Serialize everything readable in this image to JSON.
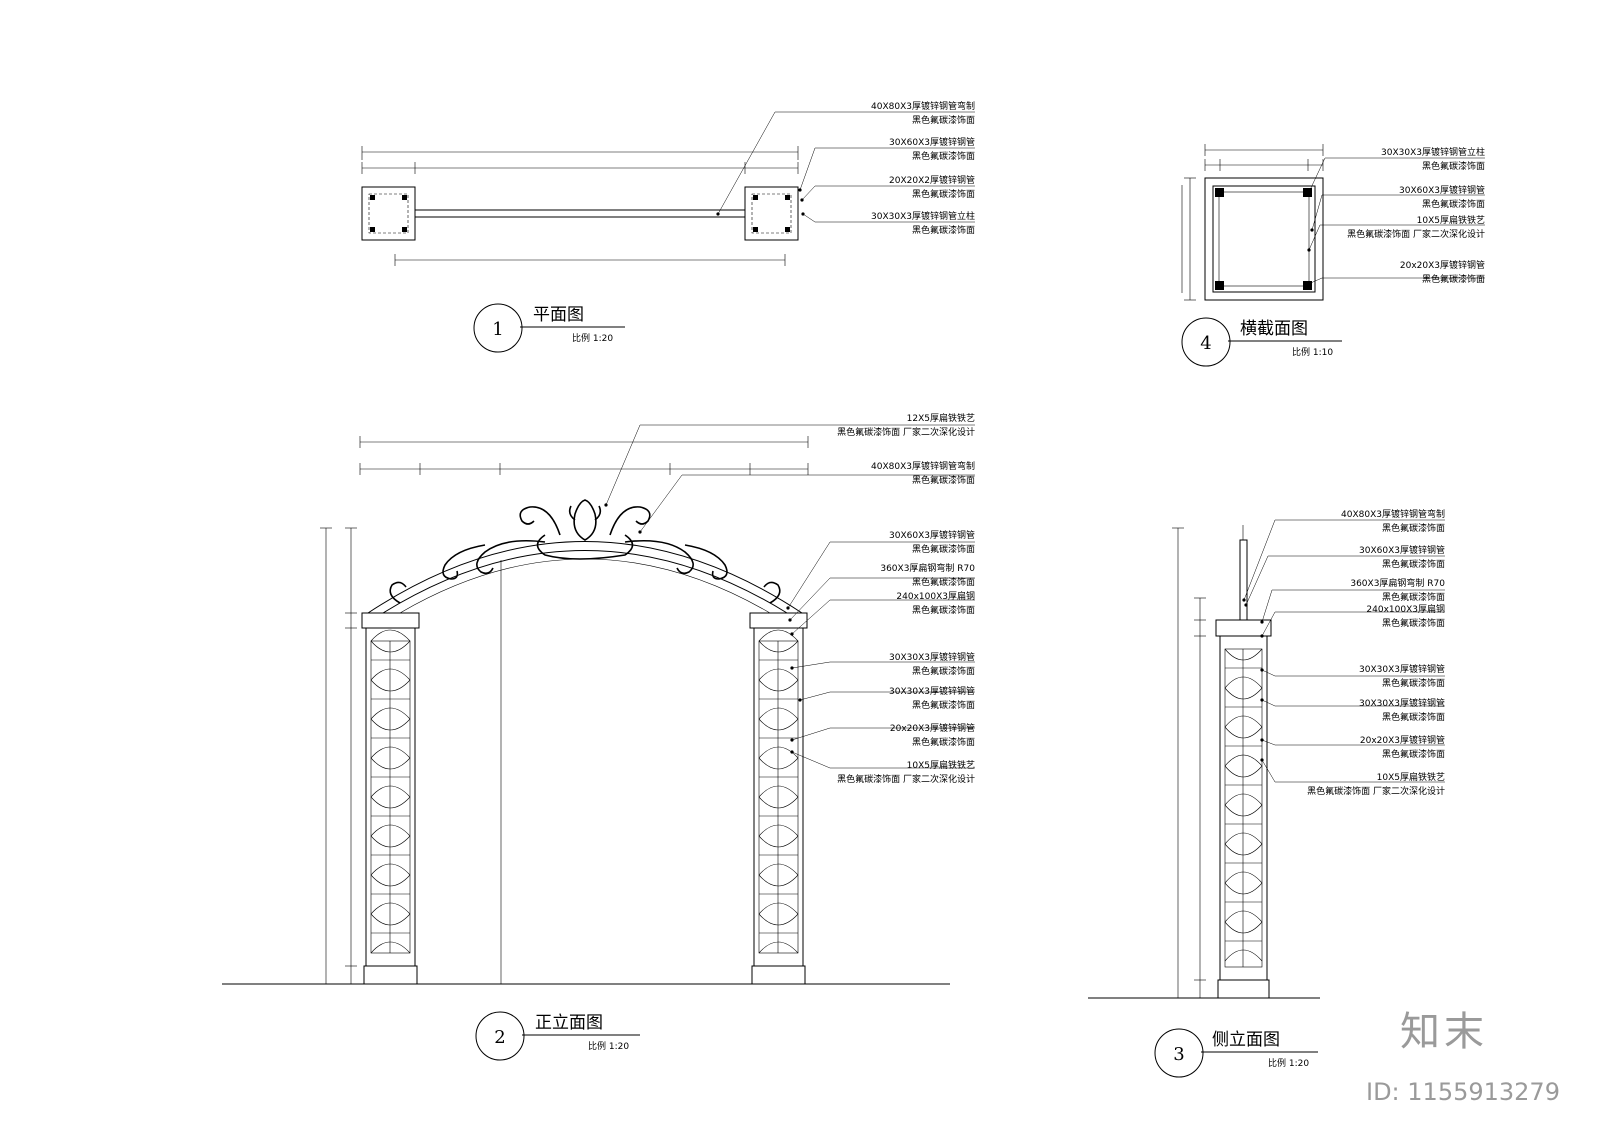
{
  "views": {
    "plan": {
      "number": "1",
      "title": "平面图",
      "scale": "比例 1:20",
      "labels": [
        [
          "40X80X3厚镀锌钢管弯制",
          "黑色氟碳漆饰面"
        ],
        [
          "30X60X3厚镀锌钢管",
          "黑色氟碳漆饰面"
        ],
        [
          "20X20X2厚镀锌钢管",
          "黑色氟碳漆饰面"
        ],
        [
          "30X30X3厚镀锌钢管立柱",
          "黑色氟碳漆饰面"
        ]
      ]
    },
    "cross_section": {
      "number": "4",
      "title": "横截面图",
      "scale": "比例 1:10",
      "labels": [
        [
          "30X30X3厚镀锌钢管立柱",
          "黑色氟碳漆饰面"
        ],
        [
          "30X60X3厚镀锌钢管",
          "黑色氟碳漆饰面"
        ],
        [
          "10X5厚扁铁铁艺",
          "黑色氟碳漆饰面 厂家二次深化设计"
        ],
        [
          "20x20X3厚镀锌钢管",
          "黑色氟碳漆饰面"
        ]
      ]
    },
    "front_elevation": {
      "number": "2",
      "title": "正立面图",
      "scale": "比例 1:20",
      "top_labels": [
        [
          "12X5厚扁铁铁艺",
          "黑色氟碳漆饰面 厂家二次深化设计"
        ],
        [
          "40X80X3厚镀锌钢管弯制",
          "黑色氟碳漆饰面"
        ]
      ],
      "side_labels": [
        [
          "30X60X3厚镀锌钢管",
          "黑色氟碳漆饰面"
        ],
        [
          "360X3厚扁钢弯制 R70",
          "黑色氟碳漆饰面"
        ],
        [
          "240x100X3厚扁钢",
          "黑色氟碳漆饰面"
        ],
        [
          "30X30X3厚镀锌钢管",
          "黑色氟碳漆饰面"
        ],
        [
          "30X30X3厚镀锌钢管",
          "黑色氟碳漆饰面"
        ],
        [
          "20x20X3厚镀锌钢管",
          "黑色氟碳漆饰面"
        ],
        [
          "10X5厚扁铁铁艺",
          "黑色氟碳漆饰面 厂家二次深化设计"
        ]
      ]
    },
    "side_elevation": {
      "number": "3",
      "title": "侧立面图",
      "scale": "比例 1:20",
      "labels": [
        [
          "40X80X3厚镀锌钢管弯制",
          "黑色氟碳漆饰面"
        ],
        [
          "30X60X3厚镀锌钢管",
          "黑色氟碳漆饰面"
        ],
        [
          "360X3厚扁钢弯制 R70",
          "黑色氟碳漆饰面"
        ],
        [
          "240x100X3厚扁钢",
          "黑色氟碳漆饰面"
        ],
        [
          "30X30X3厚镀锌钢管",
          "黑色氟碳漆饰面"
        ],
        [
          "30X30X3厚镀锌钢管",
          "黑色氟碳漆饰面"
        ],
        [
          "20x20X3厚镀锌钢管",
          "黑色氟碳漆饰面"
        ],
        [
          "10X5厚扁铁铁艺",
          "黑色氟碳漆饰面 厂家二次深化设计"
        ]
      ]
    }
  },
  "watermark": {
    "brand": "知末",
    "id": "ID: 1155913279"
  }
}
